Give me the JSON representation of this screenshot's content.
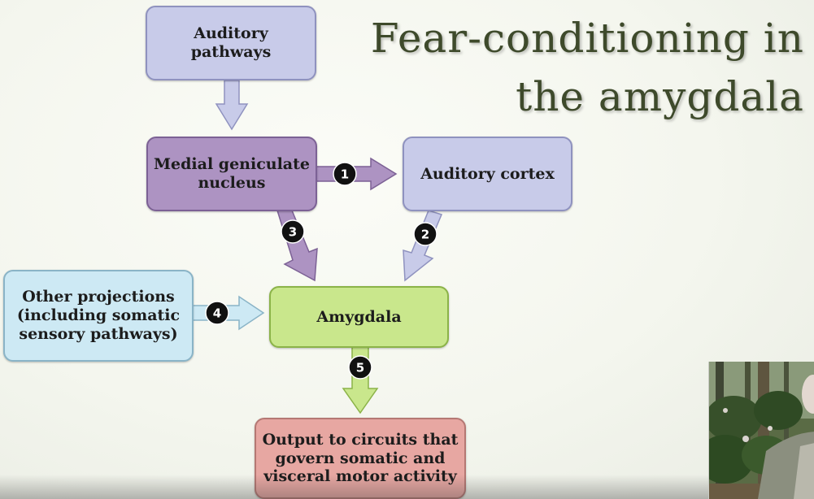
{
  "slide": {
    "title_line1": "Fear-conditioning in",
    "title_line2": "the amygdala"
  },
  "diagram": {
    "nodes": {
      "auditory_pathways": "Auditory\npathways",
      "medial_geniculate": "Medial geniculate\nnucleus",
      "auditory_cortex": "Auditory cortex",
      "other_projections": "Other projections\n(including somatic\nsensory pathways)",
      "amygdala": "Amygdala",
      "output": "Output to circuits that\ngovern somatic and\nvisceral motor activity"
    },
    "pathways": [
      {
        "number": "1",
        "from": "Medial geniculate nucleus",
        "to": "Auditory cortex"
      },
      {
        "number": "2",
        "from": "Auditory cortex",
        "to": "Amygdala"
      },
      {
        "number": "3",
        "from": "Medial geniculate nucleus",
        "to": "Amygdala"
      },
      {
        "number": "4",
        "from": "Other projections",
        "to": "Amygdala"
      },
      {
        "number": "5",
        "from": "Amygdala",
        "to": "Output to circuits"
      }
    ]
  },
  "colors": {
    "lavender": "#c8cbe9",
    "purple": "#ad93c2",
    "green": "#c9e78c",
    "cyan": "#cde9f4",
    "pink": "#e7a7a2",
    "title": "#3e4a2b",
    "badge": "#111111"
  },
  "video_overlay": {
    "icon": "presenter-video-thumbnail"
  }
}
